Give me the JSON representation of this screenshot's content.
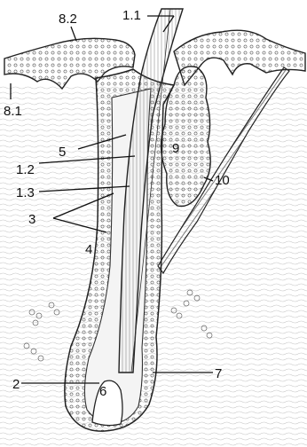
{
  "diagram": {
    "labels": [
      {
        "id": "l-1-1",
        "text": "1.1"
      },
      {
        "id": "l-8-2",
        "text": "8.2"
      },
      {
        "id": "l-8-1",
        "text": "8.1"
      },
      {
        "id": "l-5",
        "text": "5"
      },
      {
        "id": "l-9",
        "text": "9"
      },
      {
        "id": "l-1-2",
        "text": "1.2"
      },
      {
        "id": "l-10",
        "text": "10"
      },
      {
        "id": "l-1-3",
        "text": "1.3"
      },
      {
        "id": "l-3",
        "text": "3"
      },
      {
        "id": "l-4",
        "text": "4"
      },
      {
        "id": "l-2",
        "text": "2"
      },
      {
        "id": "l-6",
        "text": "6"
      },
      {
        "id": "l-7",
        "text": "7"
      }
    ]
  }
}
